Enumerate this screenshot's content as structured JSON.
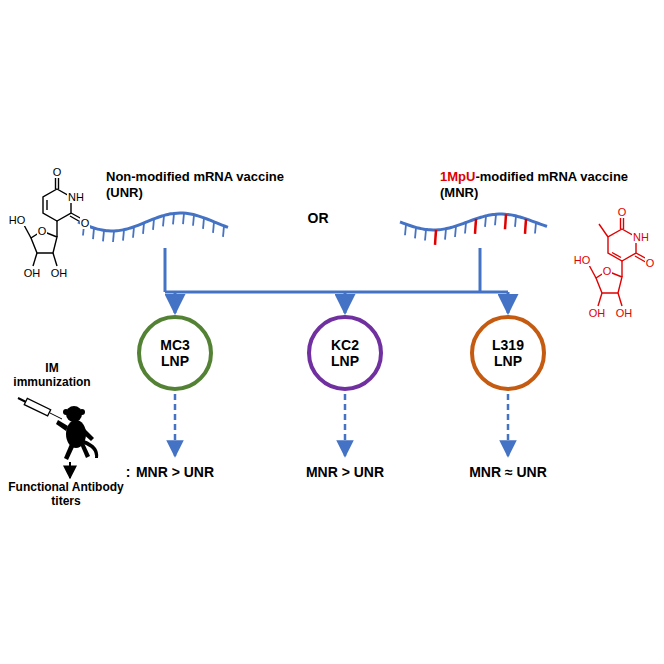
{
  "diagram": {
    "nodes": [
      {
        "text": [
          "MC3 LNP"
        ]
      },
      {
        "text": [
          "KC2 LNP"
        ]
      },
      {
        "text": [
          "L319 LNP"
        ]
      }
    ],
    "labels": [
      "O",
      "NH",
      "O",
      "HO",
      "O",
      "OH",
      "OH",
      "Non-modified mRNA vaccine",
      "(UNR)",
      "OR",
      "1MpU",
      "-modified mRNA vaccine",
      "(MNR)",
      "O",
      "NH",
      "O",
      "HO",
      "O",
      "OH",
      "OH",
      "IM immunization",
      "Functional Antibody titers",
      ":",
      "MNR > UNR",
      "MNR > UNR",
      "MNR ≈ UNR"
    ]
  }
}
